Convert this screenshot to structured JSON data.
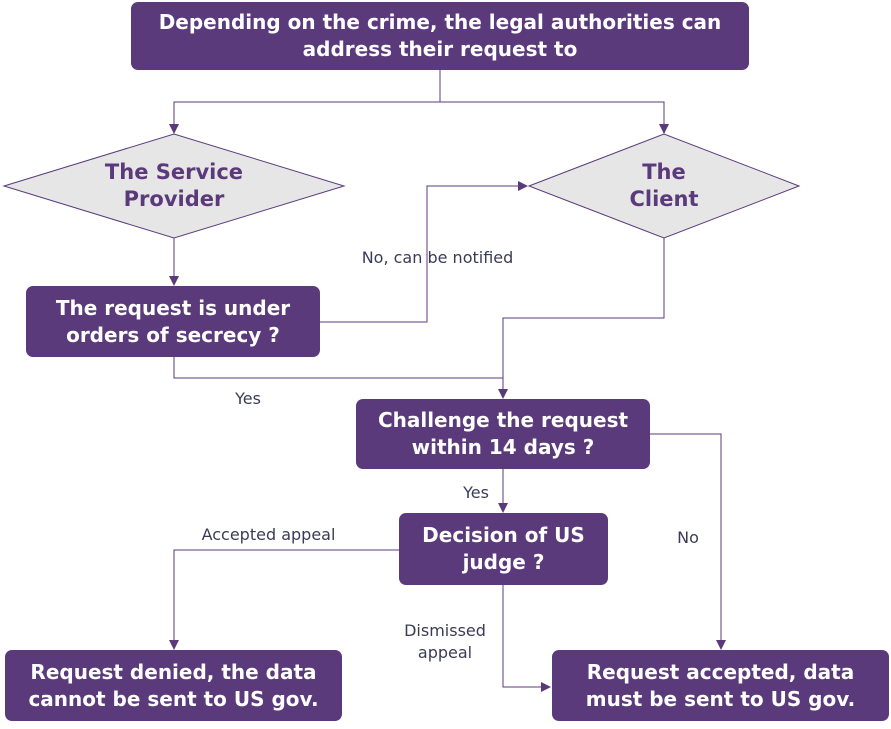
{
  "nodes": {
    "start": "Depending on the crime, the legal authorities can\naddress their request to",
    "service_provider": "The Service\nProvider",
    "client": "The\nClient",
    "secrecy": "The request is under\norders of secrecy ?",
    "challenge": "Challenge the request\nwithin 14 days ?",
    "decision": "Decision of US\njudge ?",
    "denied": "Request denied, the data\ncannot be sent to US gov.",
    "accepted": "Request accepted, data\nmust be sent to US gov."
  },
  "edges": {
    "no_notified": "No, can be notified",
    "yes_secrecy": "Yes",
    "yes_challenge": "Yes",
    "accepted_appeal": "Accepted appeal",
    "no_challenge": "No",
    "dismissed_appeal": "Dismissed\nappeal"
  },
  "colors": {
    "box_fill": "#5b3a7c",
    "diamond_fill": "#e6e6e6",
    "line": "#5b3a7c"
  }
}
